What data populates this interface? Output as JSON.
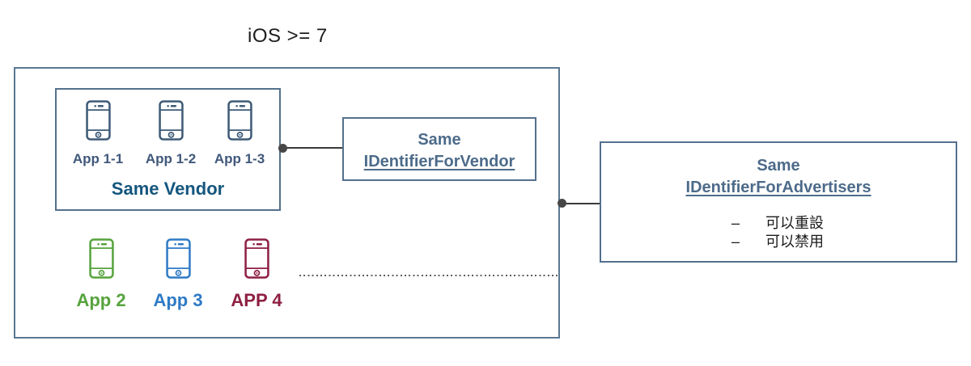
{
  "title": "iOS >= 7",
  "palette": {
    "outer_border": "#5a7891",
    "box_border": "#54708c",
    "connector": "#3a3a3a",
    "connector_dot": "#474747",
    "dotted_line": "#5f5f5f",
    "heading_text": "#4d6b8a",
    "vendor_caption": "#15567e",
    "app_row1_phone": "#3d5a76",
    "app_row1_label": "#40587a",
    "body_text": "#1a1a1a"
  },
  "vendor_group": {
    "caption": "Same Vendor",
    "apps": [
      {
        "label": "App 1-1"
      },
      {
        "label": "App 1-2"
      },
      {
        "label": "App 1-3"
      }
    ]
  },
  "vendor_box": {
    "line1": "Same",
    "line2": "IDentifierForVendor"
  },
  "advertisers_box": {
    "line1": "Same",
    "line2": "IDentifierForAdvertisers",
    "bullets": [
      {
        "dash": "–",
        "text": "可以重設"
      },
      {
        "dash": "–",
        "text": "可以禁用"
      }
    ]
  },
  "other_apps": [
    {
      "label": "App 2",
      "color": "#56a33c"
    },
    {
      "label": "App 3",
      "color": "#2e7ac5"
    },
    {
      "label": "APP 4",
      "color": "#8e1f42"
    }
  ]
}
